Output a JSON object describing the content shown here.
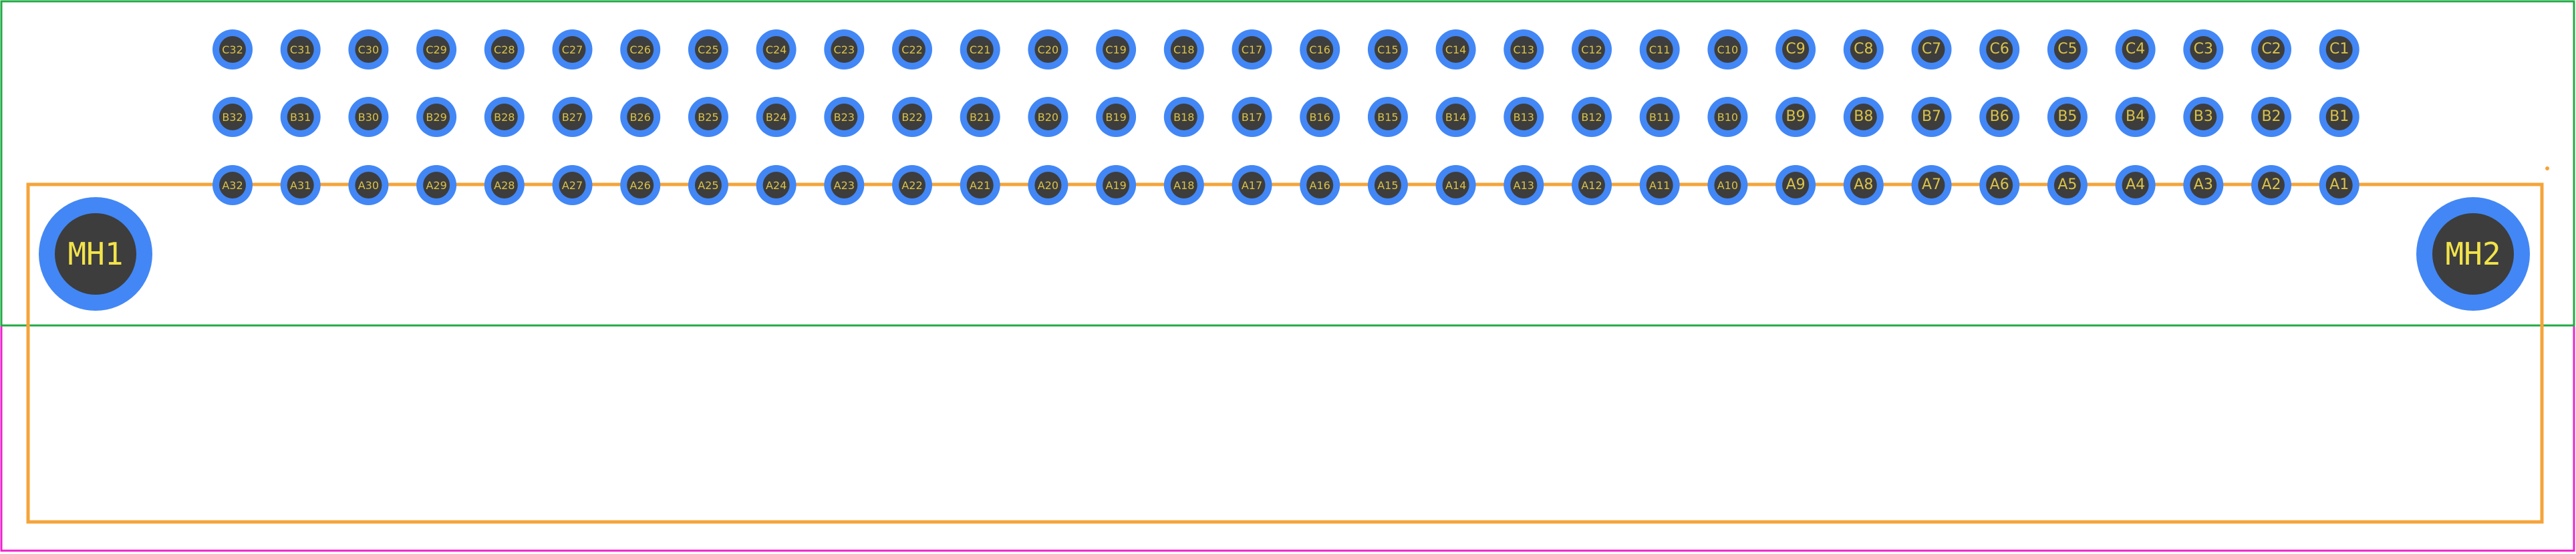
{
  "colors": {
    "background": "#ffffff",
    "courtyard": "#22aa44",
    "assembly": "#ee22cc",
    "silkscreen": "#f5a43a",
    "pad": "#4287f5",
    "drill": "#3d3d3d",
    "label": "#d9c24a",
    "mounting_label": "#f2e34a"
  },
  "rows": [
    {
      "row": "C",
      "pins": [
        "C32",
        "C31",
        "C30",
        "C29",
        "C28",
        "C27",
        "C26",
        "C25",
        "C24",
        "C23",
        "C22",
        "C21",
        "C20",
        "C19",
        "C18",
        "C17",
        "C16",
        "C15",
        "C14",
        "C13",
        "C12",
        "C11",
        "C10",
        "C9",
        "C8",
        "C7",
        "C6",
        "C5",
        "C4",
        "C3",
        "C2",
        "C1"
      ]
    },
    {
      "row": "B",
      "pins": [
        "B32",
        "B31",
        "B30",
        "B29",
        "B28",
        "B27",
        "B26",
        "B25",
        "B24",
        "B23",
        "B22",
        "B21",
        "B20",
        "B19",
        "B18",
        "B17",
        "B16",
        "B15",
        "B14",
        "B13",
        "B12",
        "B11",
        "B10",
        "B9",
        "B8",
        "B7",
        "B6",
        "B5",
        "B4",
        "B3",
        "B2",
        "B1"
      ]
    },
    {
      "row": "A",
      "pins": [
        "A32",
        "A31",
        "A30",
        "A29",
        "A28",
        "A27",
        "A26",
        "A25",
        "A24",
        "A23",
        "A22",
        "A21",
        "A20",
        "A19",
        "A18",
        "A17",
        "A16",
        "A15",
        "A14",
        "A13",
        "A12",
        "A11",
        "A10",
        "A9",
        "A8",
        "A7",
        "A6",
        "A5",
        "A4",
        "A3",
        "A2",
        "A1"
      ]
    }
  ],
  "mounting_holes": [
    {
      "label": "MH1",
      "side": "left"
    },
    {
      "label": "MH2",
      "side": "right"
    }
  ]
}
